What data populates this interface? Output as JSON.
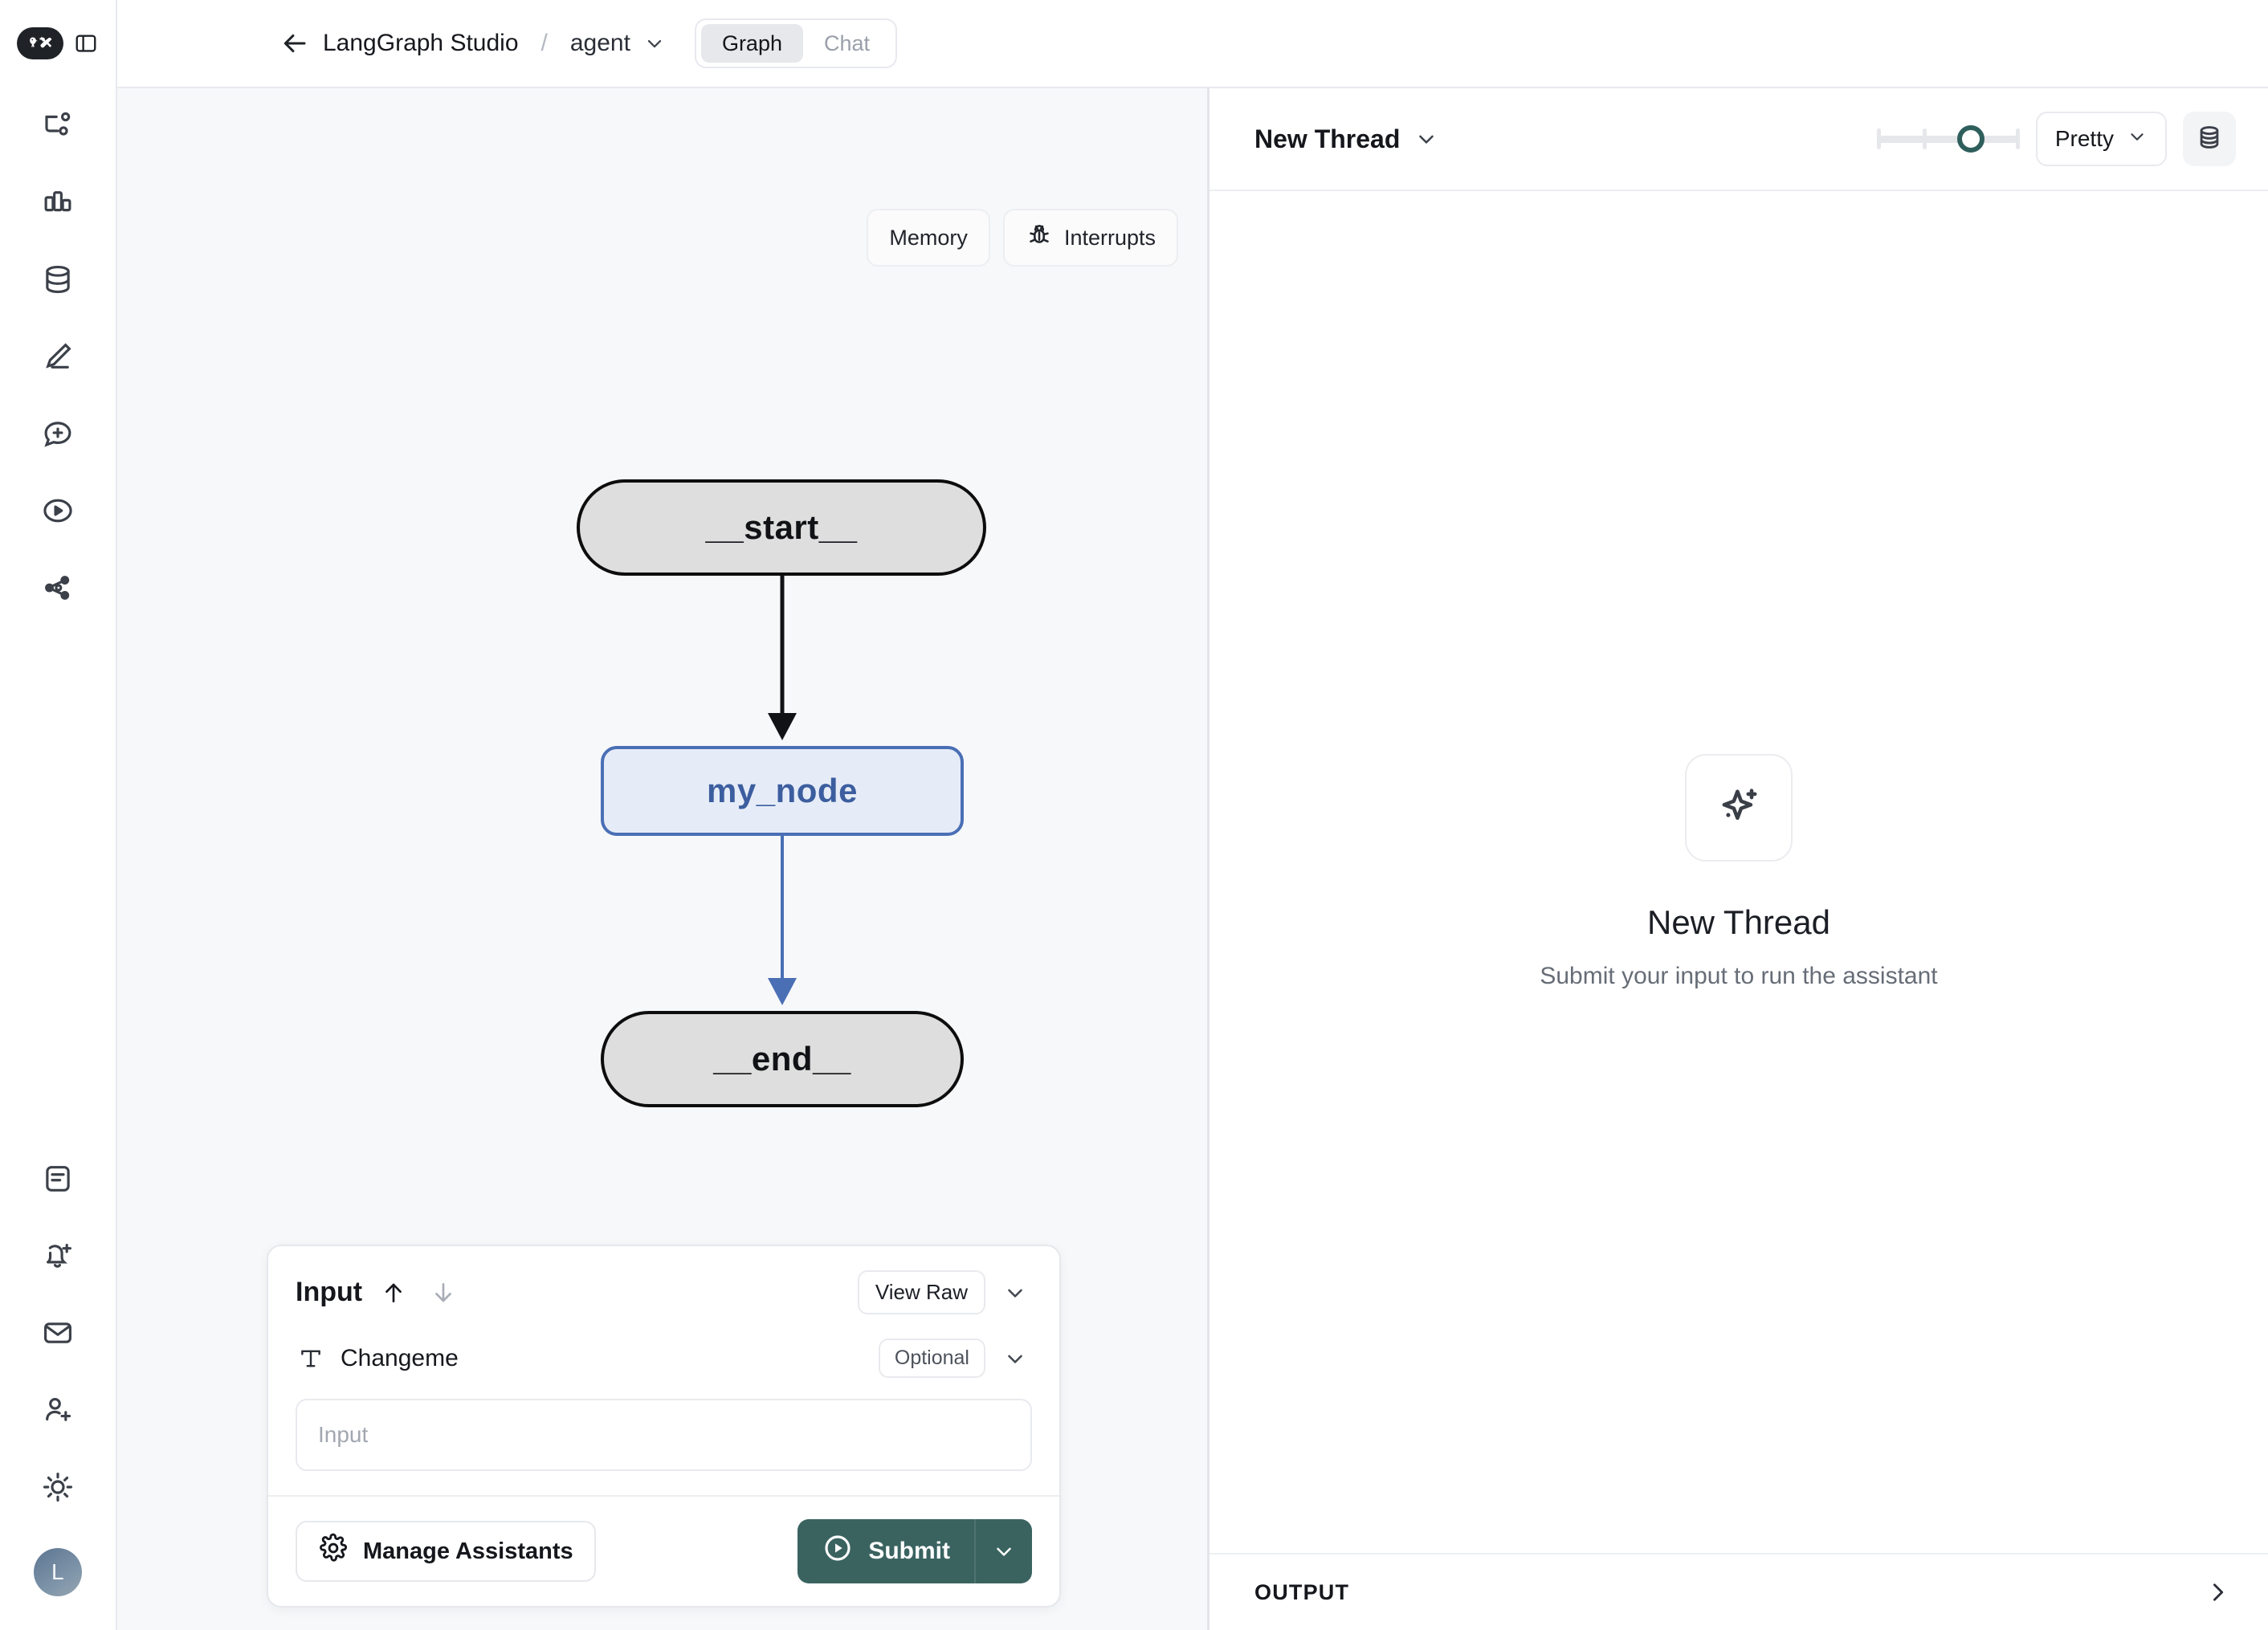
{
  "colors": {
    "accent_teal": "#3a6360",
    "node_active_border": "#4a6fb5",
    "node_active_fill": "#e6ecf7",
    "node_active_text": "#3c5e9f",
    "node_terminal_fill": "#dedede",
    "canvas_bg": "#f7f8fa",
    "slider_accent": "#2f5f5d"
  },
  "rail": {
    "logo_icon": "langsmith-parrot-tools-logo",
    "panel_toggle_icon": "sidebar-toggle-icon",
    "top_items": [
      {
        "icon": "graph-branch-icon",
        "name": "tracing-projects"
      },
      {
        "icon": "bar-chart-icon",
        "name": "monitoring"
      },
      {
        "icon": "database-icon",
        "name": "datasets"
      },
      {
        "icon": "pencil-icon",
        "name": "annotation"
      },
      {
        "icon": "chat-plus-icon",
        "name": "prompts"
      },
      {
        "icon": "play-circle-icon",
        "name": "playground"
      },
      {
        "icon": "share-nodes-icon",
        "name": "deployments"
      }
    ],
    "bottom_items": [
      {
        "icon": "document-icon",
        "name": "docs"
      },
      {
        "icon": "bell-plus-icon",
        "name": "alerts"
      },
      {
        "icon": "envelope-icon",
        "name": "inbox"
      },
      {
        "icon": "user-plus-icon",
        "name": "invite"
      },
      {
        "icon": "sun-icon",
        "name": "theme"
      }
    ],
    "avatar_initial": "L"
  },
  "topbar": {
    "back_icon": "arrow-left-icon",
    "app_name": "LangGraph Studio",
    "separator": "/",
    "assistant": "agent",
    "assistant_caret_icon": "chevron-down-icon",
    "tabs": [
      {
        "label": "Graph",
        "active": true
      },
      {
        "label": "Chat",
        "active": false
      }
    ]
  },
  "graph": {
    "toolbar": [
      {
        "label": "Memory",
        "icon": null
      },
      {
        "label": "Interrupts",
        "icon": "bug-icon"
      }
    ],
    "nodes": [
      {
        "id": "start",
        "label": "__start__",
        "type": "terminal"
      },
      {
        "id": "my_node",
        "label": "my_node",
        "type": "active"
      },
      {
        "id": "end",
        "label": "__end__",
        "type": "terminal"
      }
    ],
    "edges": [
      {
        "from": "__start__",
        "to": "my_node",
        "color": "#111216"
      },
      {
        "from": "my_node",
        "to": "__end__",
        "color": "#4a6fb5"
      }
    ]
  },
  "input_panel": {
    "title": "Input",
    "up_icon": "arrow-up-icon",
    "down_icon": "arrow-down-icon",
    "view_raw_label": "View Raw",
    "collapse_icon": "chevron-down-icon",
    "field": {
      "type_icon": "text-type-icon",
      "label": "Changeme",
      "badge": "Optional",
      "badge_caret_icon": "chevron-down-icon",
      "value": "",
      "placeholder": "Input"
    },
    "manage_assistants_label": "Manage Assistants",
    "manage_assistants_icon": "gear-icon",
    "submit_label": "Submit",
    "submit_icon": "play-circle-icon",
    "submit_caret_icon": "chevron-down-icon"
  },
  "thread": {
    "title": "New Thread",
    "title_caret_icon": "chevron-down-icon",
    "slider": {
      "ticks": 4,
      "value_index": 3,
      "min_index": 1
    },
    "format_select": "Pretty",
    "format_caret_icon": "chevron-down-icon",
    "db_button_icon": "database-icon",
    "empty_icon": "sparkles-icon",
    "empty_title": "New Thread",
    "empty_subtitle": "Submit your input to run the assistant",
    "output_label": "OUTPUT",
    "output_caret_icon": "chevron-right-icon"
  }
}
